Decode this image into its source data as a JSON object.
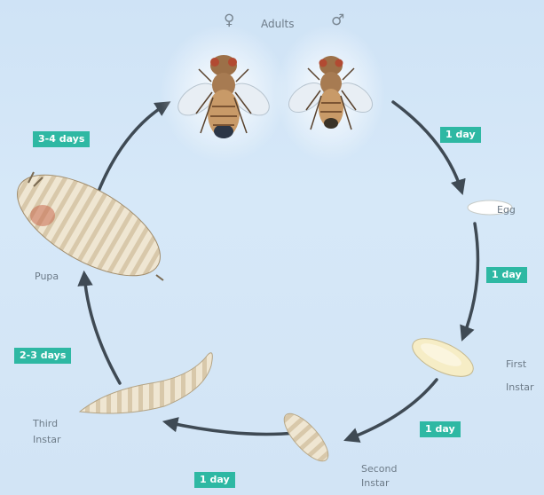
{
  "header": {
    "female_symbol": "♀",
    "title": "Adults",
    "male_symbol": "♂"
  },
  "stages": {
    "egg": "Egg",
    "first_line1": "First",
    "first_line2": "Instar",
    "second_line1": "Second",
    "second_line2": "Instar",
    "third_line1": "Third",
    "third_line2": "Instar",
    "pupa": "Pupa"
  },
  "durations": {
    "adult_to_egg": "1 day",
    "egg_to_first": "1 day",
    "first_to_second": "1 day",
    "second_to_third": "1 day",
    "third_to_pupa": "2-3 days",
    "pupa_to_adult": "3-4 days"
  },
  "colors": {
    "accent": "#2eb8a3",
    "arrow": "#3f4a54",
    "background": "#d2e4f5"
  }
}
